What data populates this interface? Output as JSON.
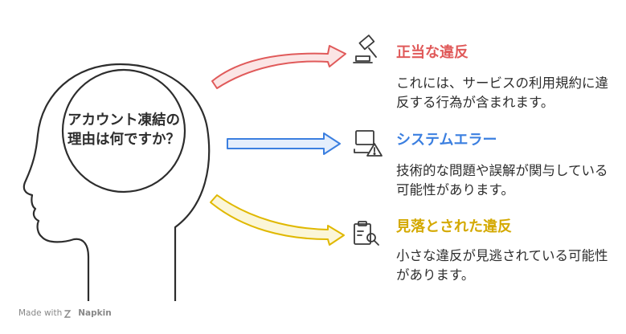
{
  "center": {
    "text": "アカウント凍結の理由は何ですか？"
  },
  "branches": [
    {
      "title": "正当な違反",
      "description": "これには、サービスの利用規約に違反する行為が含まれます。",
      "color": "#e05a5a",
      "icon": "gavel-icon"
    },
    {
      "title": "システムエラー",
      "description": "技術的な問題や誤解が関与している可能性があります。",
      "color": "#3b7fe0",
      "icon": "laptop-warning-icon"
    },
    {
      "title": "見落とされた違反",
      "description": "小さな違反が見逃されている可能性があります。",
      "color": "#e0b800",
      "icon": "clipboard-search-icon"
    }
  ],
  "footer": {
    "prefix": "Made with",
    "brand": "Napkin"
  }
}
